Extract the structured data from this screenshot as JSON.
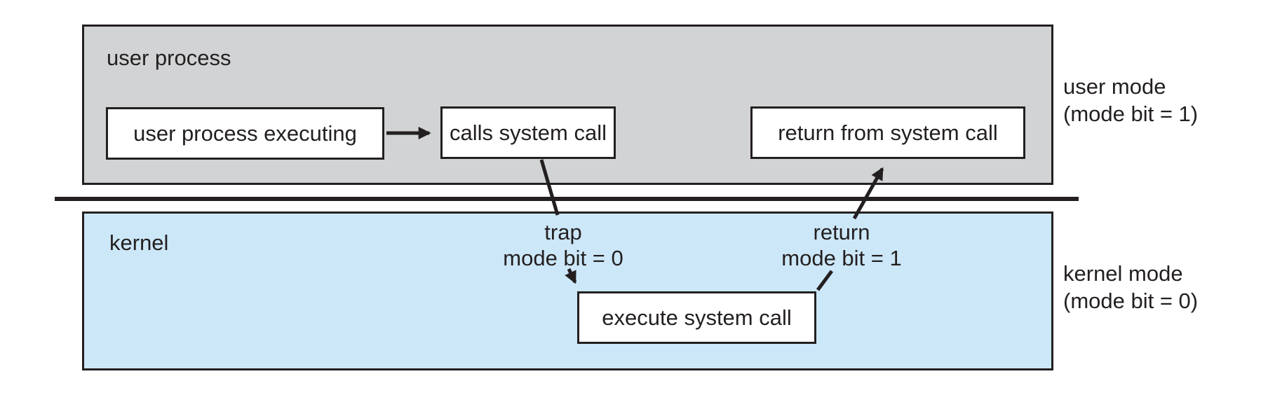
{
  "diagram": {
    "title_hint": "transition from user to kernel mode",
    "user_region": {
      "label": "user process"
    },
    "kernel_region": {
      "label": "kernel"
    },
    "side_labels": {
      "user_mode_line1": "user mode",
      "user_mode_line2": "(mode bit = 1)",
      "kernel_mode_line1": "kernel mode",
      "kernel_mode_line2": "(mode bit = 0)"
    },
    "nodes": {
      "user_process_executing": "user process executing",
      "calls_system_call": "calls system call",
      "return_from_system_call": "return from system call",
      "execute_system_call": "execute system call"
    },
    "transitions": {
      "trap_line1": "trap",
      "trap_line2": "mode bit = 0",
      "return_line1": "return",
      "return_line2": "mode bit = 1"
    },
    "colors": {
      "user_region_fill": "#d1d3d4",
      "kernel_region_fill": "#cce7f8",
      "ink": "#231f20"
    }
  }
}
